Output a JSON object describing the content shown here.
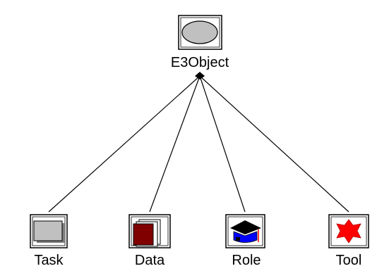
{
  "root": {
    "label": "E3Object",
    "icon": "ellipse-icon"
  },
  "children": [
    {
      "id": "task",
      "label": "Task",
      "icon": "task-rectangle-icon"
    },
    {
      "id": "data",
      "label": "Data",
      "icon": "data-book-icon"
    },
    {
      "id": "role",
      "label": "Role",
      "icon": "graduation-cap-icon"
    },
    {
      "id": "tool",
      "label": "Tool",
      "icon": "star-burst-icon"
    }
  ],
  "colors": {
    "background": "#ffffff",
    "line": "#000000",
    "root_ellipse": "#c0c0c0",
    "task_fill": "#c0c0c0",
    "data_fill": "#800000",
    "role_cap": "#000000",
    "role_base": "#0000ff",
    "tool_star": "#ff0000"
  }
}
